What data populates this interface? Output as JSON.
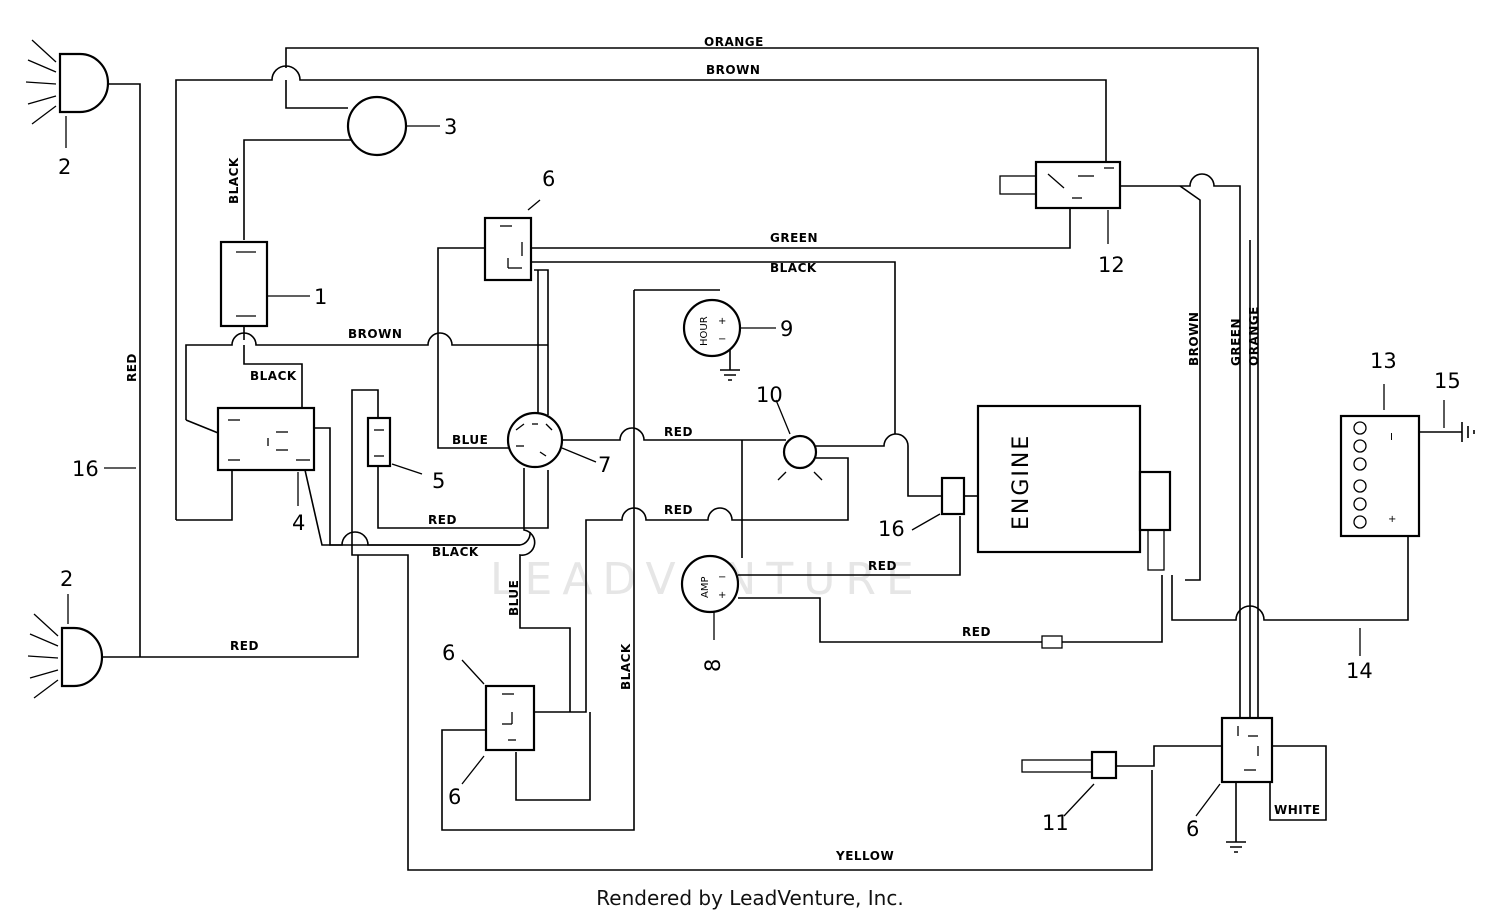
{
  "wire_labels": {
    "orange": "ORANGE",
    "brown": "BROWN",
    "black": "BLACK",
    "green": "GREEN",
    "red": "RED",
    "blue": "BLUE",
    "yellow": "YELLOW",
    "white": "WHITE"
  },
  "component_numbers": {
    "n1": "1",
    "n2": "2",
    "n3": "3",
    "n4": "4",
    "n5": "5",
    "n6": "6",
    "n7": "7",
    "n8": "8",
    "n9": "9",
    "n10": "10",
    "n11": "11",
    "n12": "12",
    "n13": "13",
    "n14": "14",
    "n15": "15",
    "n16": "16"
  },
  "component_text": {
    "engine": "ENGINE",
    "hour": "HOUR",
    "amp": "AMP"
  },
  "watermark": "LEADVENTURE",
  "footer": "Rendered by LeadVenture, Inc."
}
